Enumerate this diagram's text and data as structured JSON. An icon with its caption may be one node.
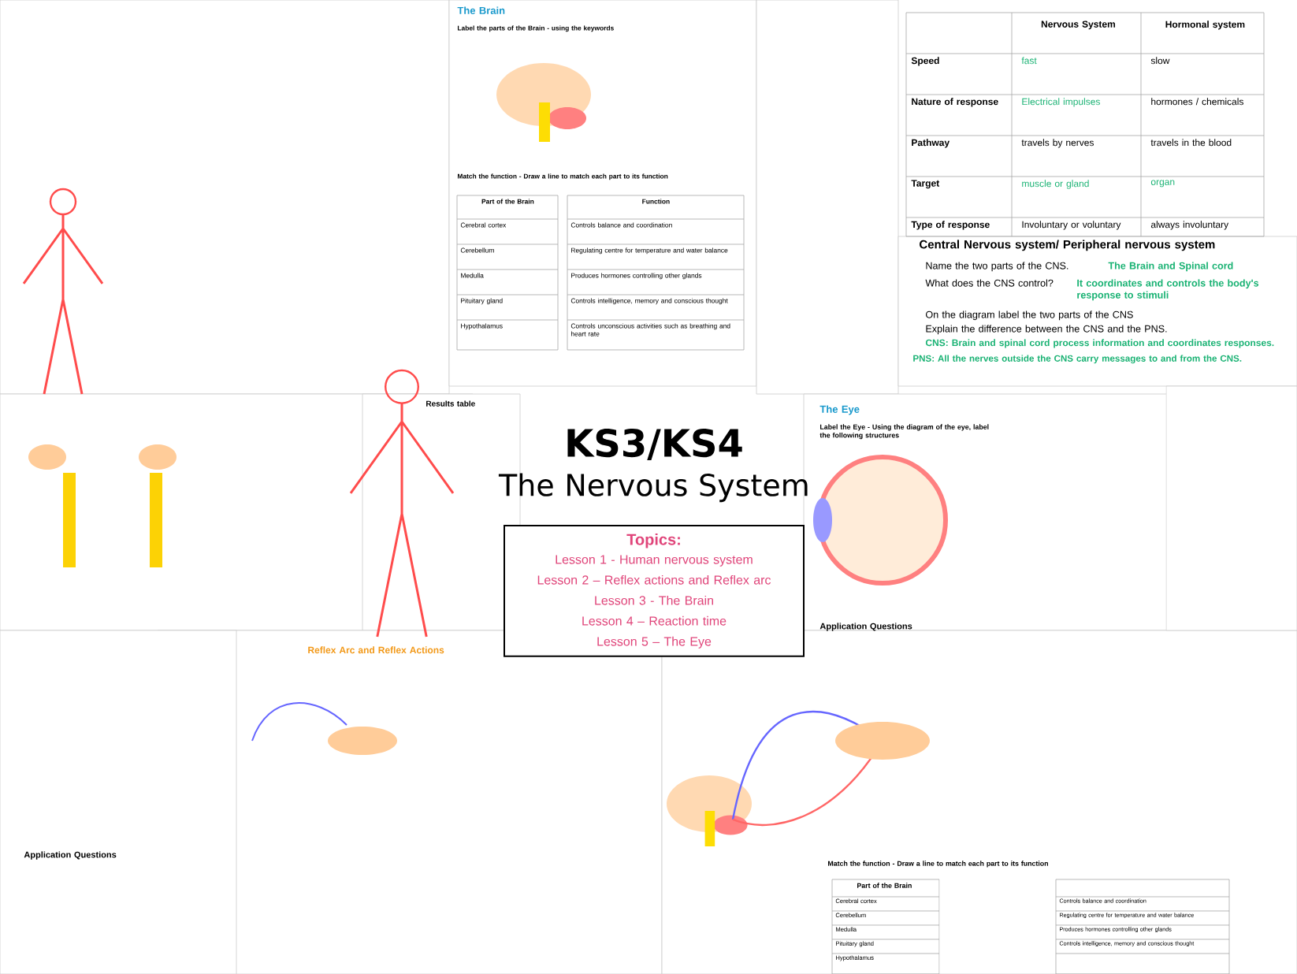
{
  "diagram": {
    "title": "KS3/KS4",
    "nodes": [
      {
        "text": [
          "Topics:",
          "Lesson 1 - Human nervous system",
          "Lesson 2 – Reflex actions and Reflex arc",
          "Lesson 3 - The Brain",
          "Lesson 4 – Reaction time",
          "Lesson 5 – The Eye"
        ]
      }
    ],
    "labels": [
      "The Nervous System",
      "Nervous System",
      "Hormonal system",
      "Speed",
      "fast",
      "slow",
      "Nature of response",
      "Electrical impulses",
      "hormones / chemicals",
      "Pathway",
      "travels by nerves",
      "travels in the blood",
      "Target",
      "muscle or gland",
      "organ",
      "Type of response",
      "Involuntary or voluntary",
      "always involuntary",
      "Central Nervous system/ Peripheral nervous system",
      "Name the two parts of the CNS.",
      "The Brain and Spinal cord",
      "What does the CNS control?",
      "It coordinates and controls the body's response to stimuli",
      "On the diagram label the two parts of the CNS",
      "Explain the difference between the CNS and the PNS.",
      "CNS: Brain and spinal cord process information and coordinates responses.",
      "PNS: All the nerves outside the CNS carry messages to and from the CNS.",
      "The Brain",
      "Label the parts of the Brain - using the keywords",
      "Match the function - Draw a line to match each part to its function",
      "Part of the Brain",
      "Function",
      "Cerebral cortex",
      "Controls balance and coordination",
      "Cerebellum",
      "Regulating centre for temperature and water balance",
      "Medulla",
      "Produces hormones controlling other glands",
      "Pituitary gland",
      "Controls intelligence, memory and conscious thought",
      "Hypothalamus",
      "Controls unconscious activities such as breathing and heart rate",
      "The Eye",
      "Label the Eye - Using the diagram of the eye, label the following structures",
      "Reflex Arc and Reflex Actions",
      "Results table",
      "Application Questions",
      "Application Questions",
      "Match the function - Draw a line to match each part to its function",
      "Part of the Brain",
      "Cerebral cortex",
      "Controls balance and coordination",
      "Cerebellum",
      "Regulating centre for temperature and water balance",
      "Medulla",
      "Produces hormones controlling other glands",
      "Pituitary gland",
      "Controls intelligence, memory and conscious thought",
      "Hypothalamus"
    ]
  }
}
